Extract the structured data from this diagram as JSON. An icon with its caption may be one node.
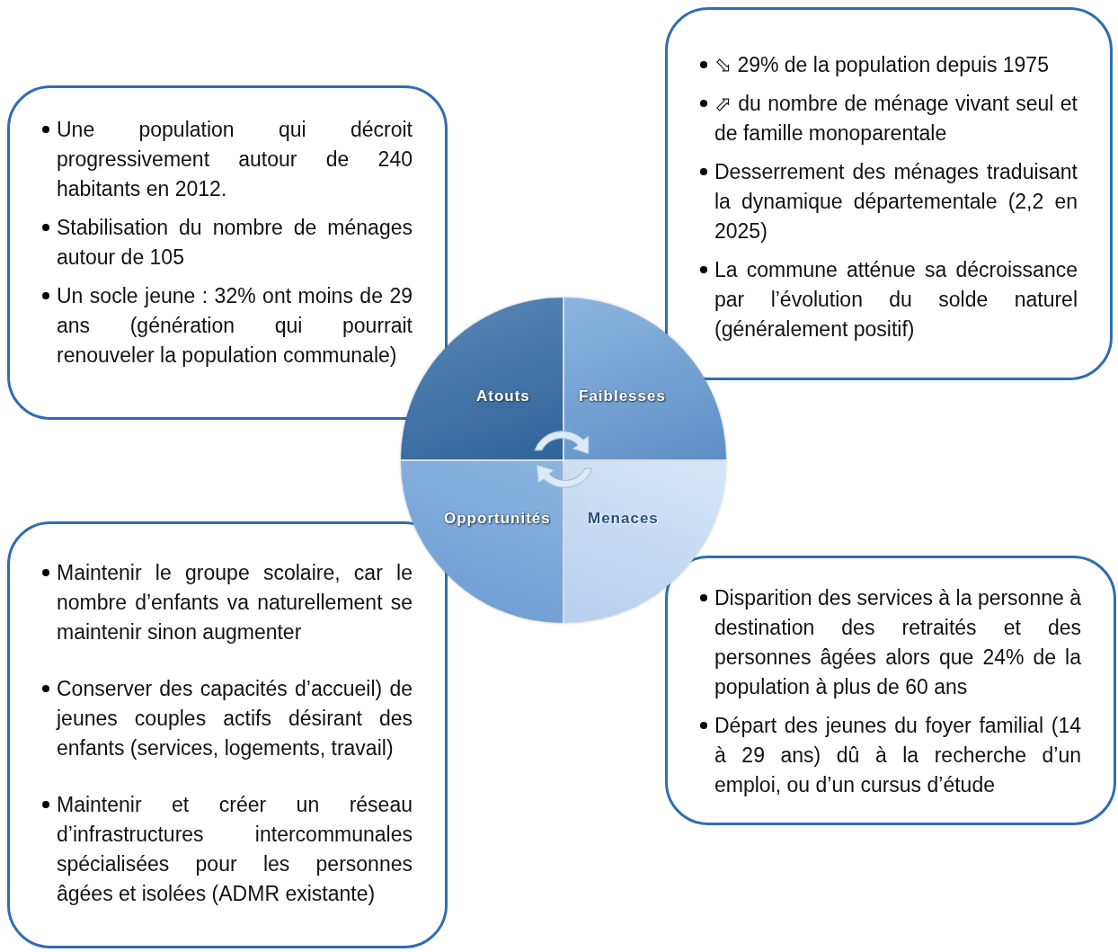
{
  "diagram": {
    "nodes": [
      {
        "text": [
          "⬂ 29% de la population depuis 1975",
          "⬀ du nombre de ménage vivant seul et de famille monoparentale",
          "Desserrement des ménages traduisant la dynamique départementale (2,2 en 2025)",
          "La commune atténue sa décroissance par l’évolution du solde naturel (généralement positif)"
        ]
      },
      {
        "text": [
          "Une population qui décroit progressivement autour de 240 habitants en 2012.",
          "Stabilisation du nombre de ménages autour de 105",
          "Un socle jeune : 32% ont moins de 29 ans (génération qui pourrait renouveler la population communale)"
        ]
      },
      {
        "text": [
          "Atouts"
        ]
      },
      {
        "text": [
          "Faiblesses"
        ]
      },
      {
        "text": [
          "Opportunités"
        ]
      },
      {
        "text": [
          "Menaces"
        ]
      },
      {
        "text": [
          "Maintenir le groupe scolaire, car le nombre d’enfants va naturellement se maintenir sinon augmenter",
          "Conserver des capacités d’accueil) de jeunes couples actifs désirant des enfants (services, logements, travail)",
          "Maintenir et créer un réseau d’infrastructures intercommunales spécialisées pour les personnes âgées et isolées (ADMR existante)"
        ]
      },
      {
        "text": [
          "Disparition des services à la personne à destination des retraités et des personnes âgées alors que 24% de la population à plus de 60 ans",
          "Départ des jeunes du foyer familial (14 à 29 ans) dû à la recherche d’un emploi, ou d’un cursus d’étude"
        ]
      }
    ],
    "edges": []
  }
}
